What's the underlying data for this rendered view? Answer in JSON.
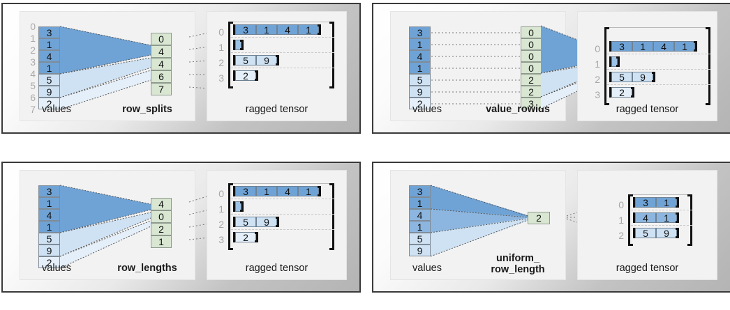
{
  "colors": {
    "dark_blue": "#6fa3d6",
    "mid_blue": "#9dc3e6",
    "light_blue": "#cfe2f3",
    "pale_blue": "#e4eff9",
    "green": "#d9e7d2",
    "border_gray": "#7f8c98",
    "label_gray": "#aaaaaa",
    "panel_border": "#3a3a3a",
    "card_bg": "#f2f2f2"
  },
  "common": {
    "values_label": "values",
    "ragged_label": "ragged tensor"
  },
  "panels": [
    {
      "id": "row-splits",
      "encoding_label": "row_splits",
      "show_value_indices": true,
      "values": [
        3,
        1,
        4,
        1,
        5,
        9,
        2
      ],
      "value_indices": [
        0,
        1,
        2,
        3,
        4,
        5,
        6,
        7
      ],
      "encoding": [
        0,
        4,
        4,
        6,
        7
      ],
      "ragged_rows": [
        {
          "index": "0",
          "cells": [
            3,
            1,
            4,
            1
          ]
        },
        {
          "index": "1",
          "cells": []
        },
        {
          "index": "2",
          "cells": [
            5,
            9
          ]
        },
        {
          "index": "3",
          "cells": [
            2
          ]
        }
      ]
    },
    {
      "id": "value-rowids",
      "encoding_label": "value_rowids",
      "show_value_indices": false,
      "values": [
        3,
        1,
        4,
        1,
        5,
        9,
        2
      ],
      "encoding": [
        0,
        0,
        0,
        0,
        2,
        2,
        3
      ],
      "ragged_rows": [
        {
          "index": "0",
          "cells": [
            3,
            1,
            4,
            1
          ]
        },
        {
          "index": "1",
          "cells": []
        },
        {
          "index": "2",
          "cells": [
            5,
            9
          ]
        },
        {
          "index": "3",
          "cells": [
            2
          ]
        }
      ]
    },
    {
      "id": "row-lengths",
      "encoding_label": "row_lengths",
      "show_value_indices": false,
      "values": [
        3,
        1,
        4,
        1,
        5,
        9,
        2
      ],
      "encoding": [
        4,
        0,
        2,
        1
      ],
      "ragged_rows": [
        {
          "index": "0",
          "cells": [
            3,
            1,
            4,
            1
          ]
        },
        {
          "index": "1",
          "cells": []
        },
        {
          "index": "2",
          "cells": [
            5,
            9
          ]
        },
        {
          "index": "3",
          "cells": [
            2
          ]
        }
      ]
    },
    {
      "id": "uniform-row-length",
      "encoding_label": "uniform_\nrow_length",
      "encoding_label_line1": "uniform_",
      "encoding_label_line2": "row_length",
      "show_value_indices": false,
      "values": [
        3,
        1,
        4,
        1,
        5,
        9
      ],
      "encoding": [
        2
      ],
      "ragged_rows": [
        {
          "index": "0",
          "cells": [
            3,
            1
          ]
        },
        {
          "index": "1",
          "cells": [
            4,
            1
          ]
        },
        {
          "index": "2",
          "cells": [
            5,
            9
          ]
        }
      ]
    }
  ]
}
